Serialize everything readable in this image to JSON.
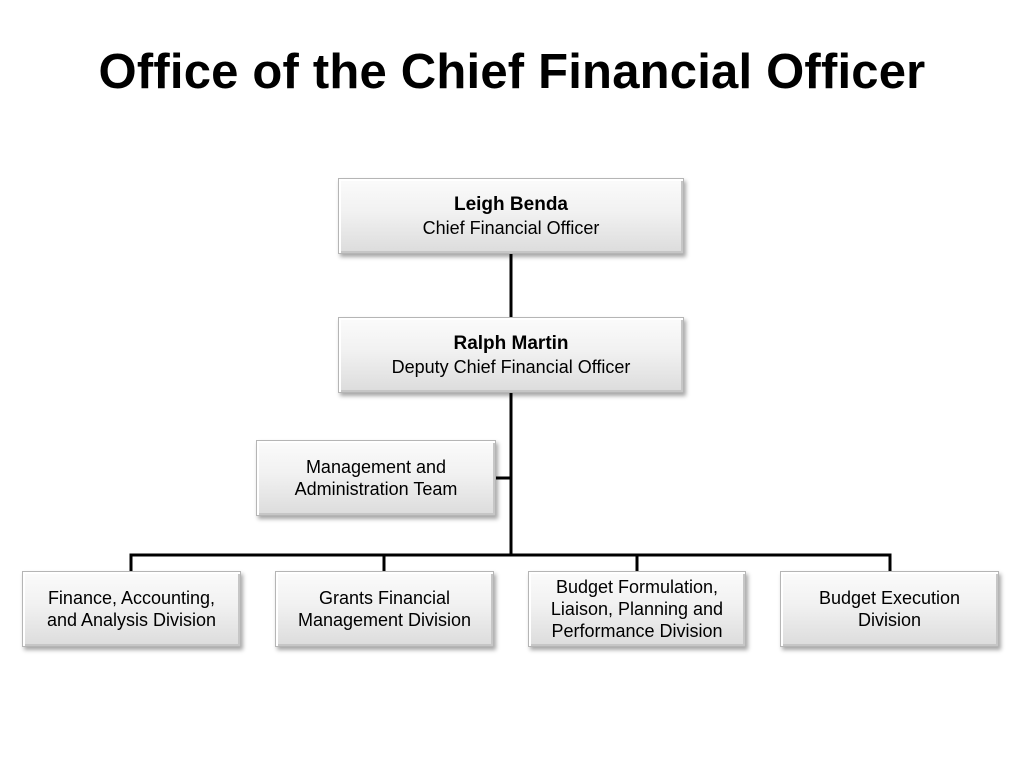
{
  "title": "Office of the Chief Financial Officer",
  "org_chart": {
    "chief": {
      "name": "Leigh Benda",
      "role": "Chief Financial Officer"
    },
    "deputy": {
      "name": "Ralph Martin",
      "role": "Deputy Chief Financial Officer"
    },
    "staff_unit": {
      "lines": [
        "Management and",
        "Administration Team"
      ]
    },
    "divisions": [
      {
        "lines": [
          "Finance, Accounting,",
          "and Analysis Division"
        ]
      },
      {
        "lines": [
          "Grants Financial",
          "Management Division"
        ]
      },
      {
        "lines": [
          "Budget Formulation,",
          "Liaison, Planning and",
          "Performance Division"
        ]
      },
      {
        "lines": [
          "Budget Execution",
          "Division"
        ]
      }
    ]
  }
}
